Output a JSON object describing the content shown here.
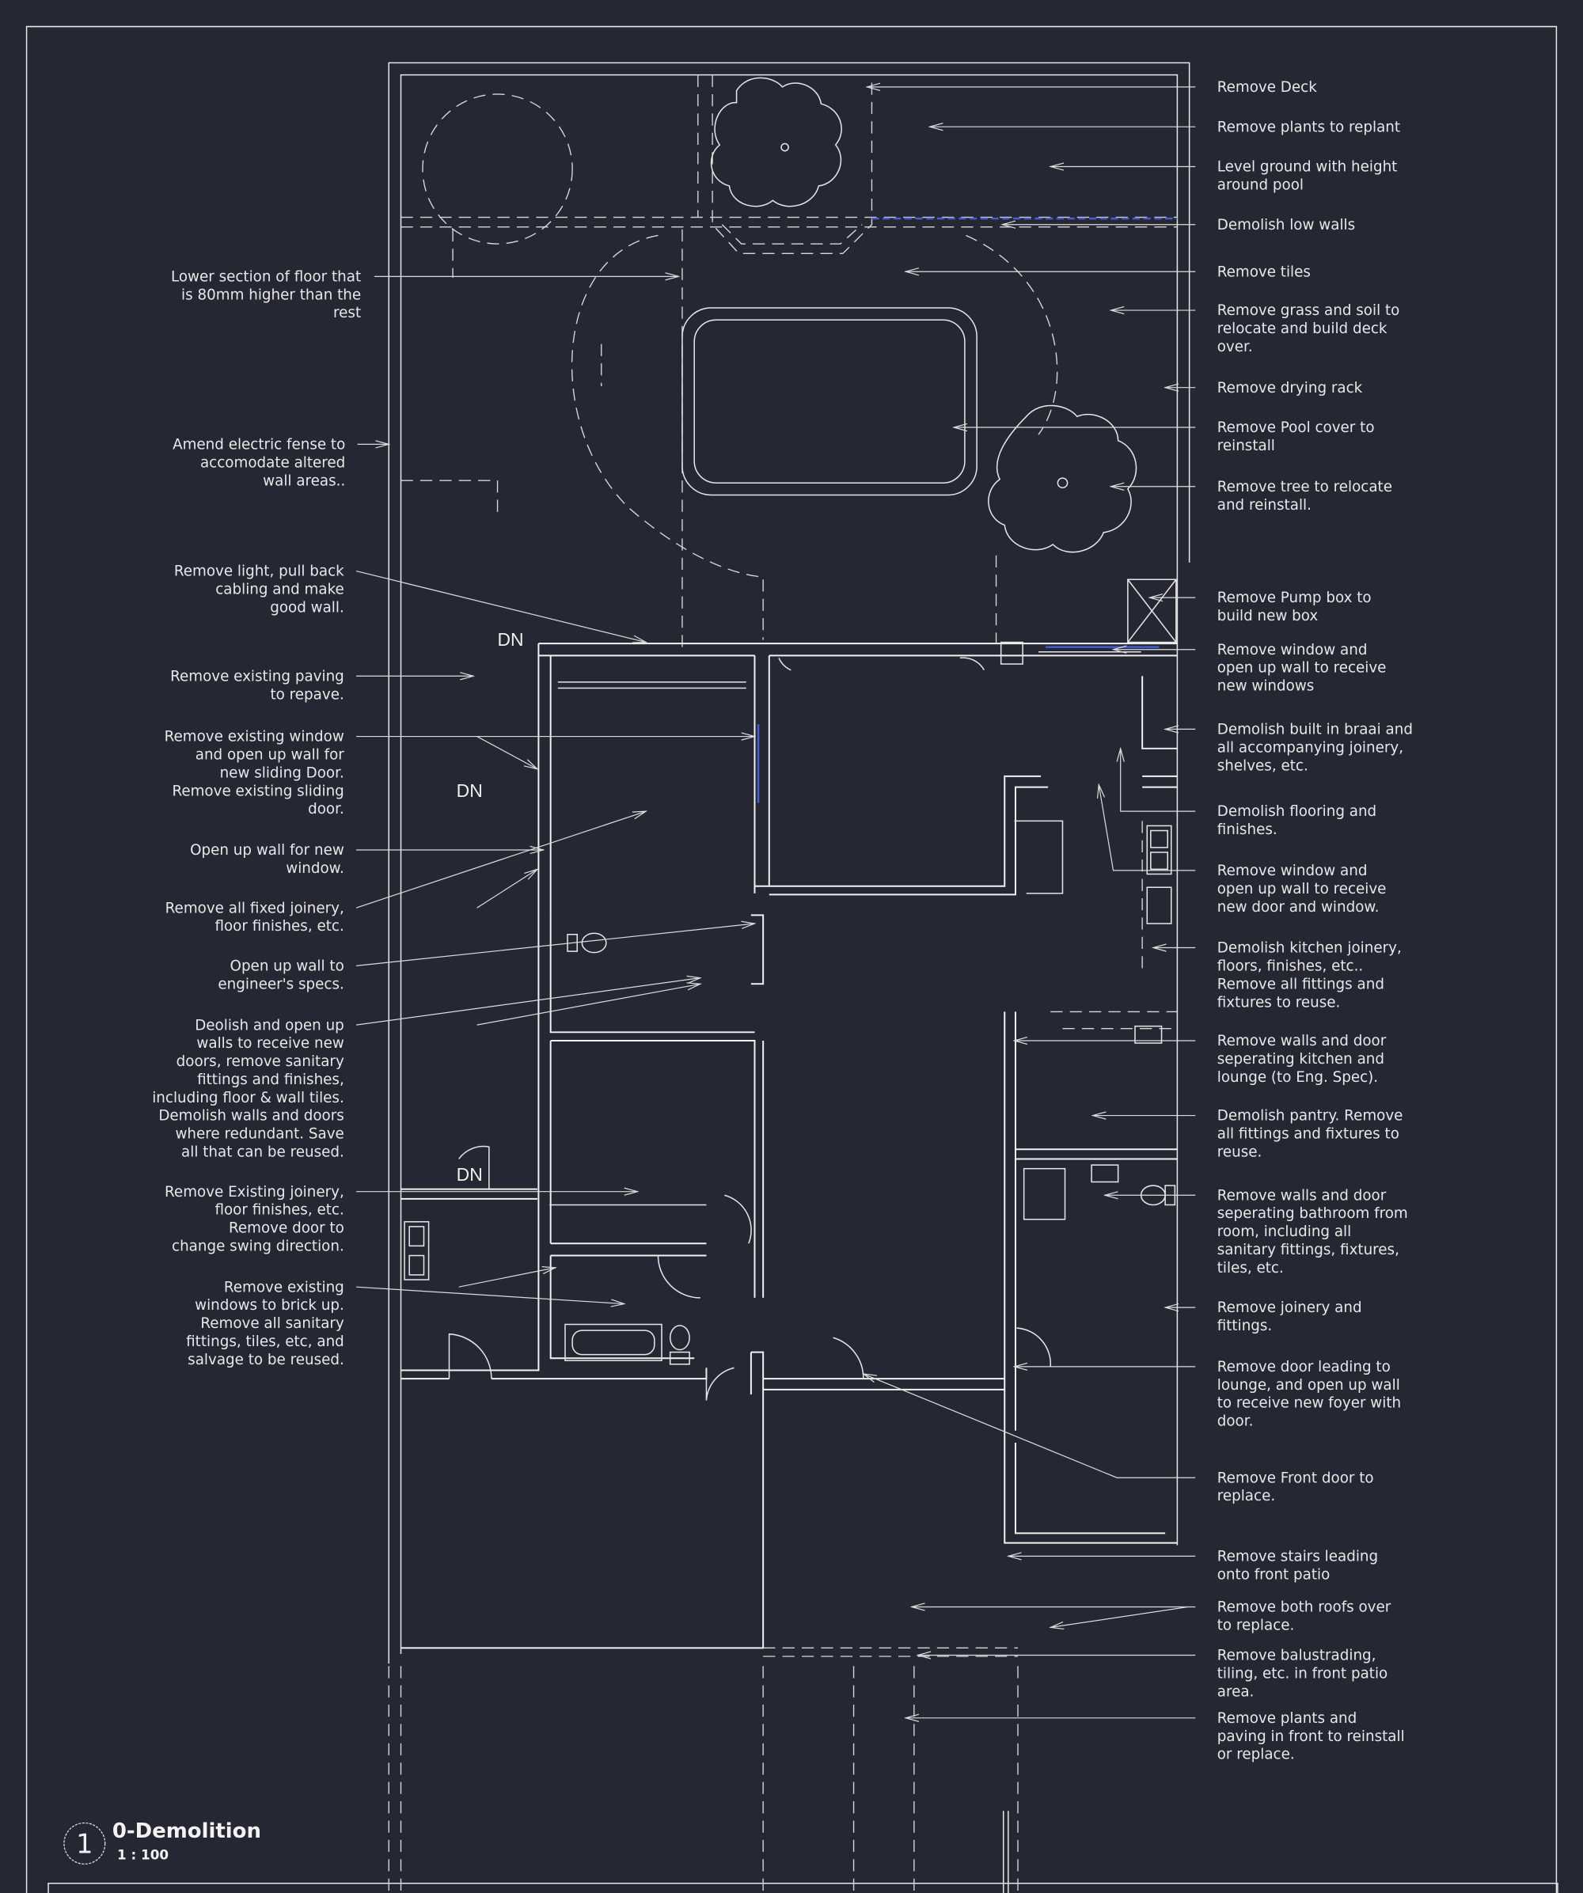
{
  "view": {
    "number": "1",
    "title": "0-Demolition",
    "scale": "1 : 100"
  },
  "plan_labels": {
    "dn_1": "DN",
    "dn_2": "DN",
    "dn_3": "DN"
  },
  "right_notes": [
    [
      "Remove Deck"
    ],
    [
      "Remove plants to replant"
    ],
    [
      "Level ground with height",
      "around pool"
    ],
    [
      "Demolish low walls"
    ],
    [
      "Remove tiles"
    ],
    [
      "Remove grass and soil to",
      "relocate and build deck",
      "over."
    ],
    [
      "Remove drying rack"
    ],
    [
      "Remove Pool cover to",
      "reinstall"
    ],
    [
      "Remove tree to relocate",
      "and reinstall."
    ],
    [
      "Remove Pump box to",
      "build new box"
    ],
    [
      "Remove window and",
      "open up wall to receive",
      "new windows"
    ],
    [
      "Demolish built in braai and",
      "all accompanying joinery,",
      "shelves, etc."
    ],
    [
      "Demolish flooring and",
      "finishes."
    ],
    [
      "Remove window and",
      "open up wall to receive",
      "new door and window."
    ],
    [
      "Demolish kitchen joinery,",
      "floors, finishes, etc..",
      "Remove all fittings and",
      "fixtures to reuse."
    ],
    [
      "Remove walls and door",
      "seperating kitchen and",
      "lounge (to Eng. Spec)."
    ],
    [
      "Demolish pantry.  Remove",
      "all fittings and fixtures to",
      "reuse."
    ],
    [
      "Remove walls and door",
      "seperating bathroom from",
      "room, including all",
      "sanitary fittings, fixtures,",
      "tiles, etc."
    ],
    [
      "Remove joinery and",
      "fittings."
    ],
    [
      "Remove door leading to",
      "lounge, and open up wall",
      "to receive new foyer with",
      "door."
    ],
    [
      "Remove Front door to",
      "replace."
    ],
    [
      "Remove stairs leading",
      "onto front patio"
    ],
    [
      "Remove both roofs over",
      "to replace."
    ],
    [
      "Remove balustrading,",
      "tiling, etc. in front patio",
      "area."
    ],
    [
      "Remove plants and",
      "paving in front to reinstall",
      "or replace."
    ]
  ],
  "left_notes": [
    [
      "Lower section of floor that",
      "is 80mm higher than the",
      "rest"
    ],
    [
      "Amend electric fense to",
      "accomodate altered",
      "wall areas.."
    ],
    [
      "Remove light, pull back",
      "cabling and make",
      "good wall."
    ],
    [
      "Remove existing paving",
      "to repave."
    ],
    [
      "Remove existing window",
      "and open up wall for",
      "new sliding Door.",
      "Remove existing sliding",
      "door."
    ],
    [
      "Open up wall for new",
      "window."
    ],
    [
      "Remove all fixed joinery,",
      "floor finishes, etc."
    ],
    [
      "Open up wall to",
      "engineer's specs."
    ],
    [
      "Deolish and open up",
      "walls to receive new",
      "doors, remove sanitary",
      "fittings and finishes,",
      "including floor & wall tiles.",
      "Demolish walls and doors",
      "where redundant. Save",
      "all that can be reused."
    ],
    [
      "Remove Existing joinery,",
      "floor finishes, etc.",
      "Remove door to",
      "change swing direction."
    ],
    [
      "Remove existing",
      "windows to brick up.",
      "Remove all sanitary",
      "fittings, tiles, etc, and",
      "salvage to be reused."
    ]
  ],
  "colors": {
    "background": "#252833",
    "lines": "#e6e6e6",
    "highlight": "#4a5bd6"
  }
}
